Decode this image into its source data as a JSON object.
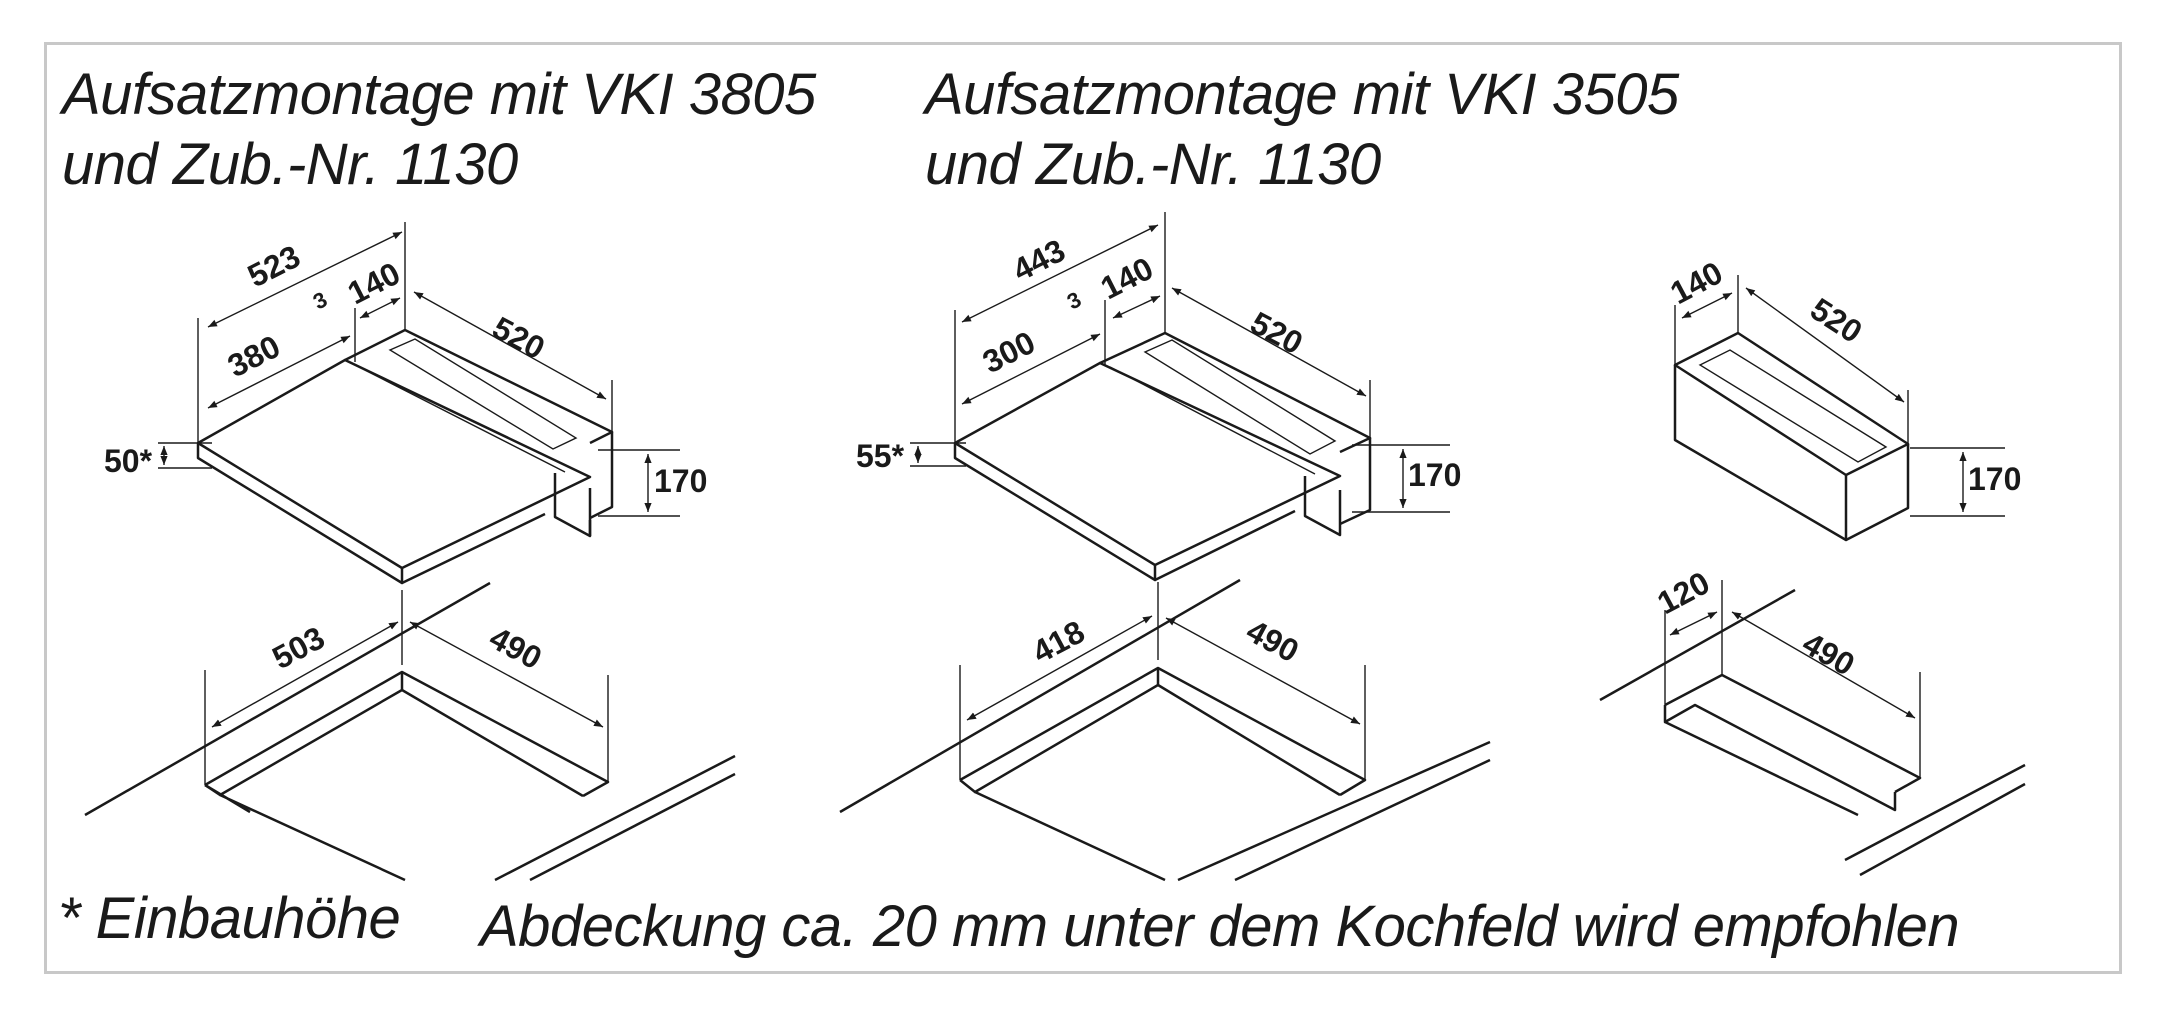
{
  "title_left": {
    "line1": "Aufsatzmontage mit VKI 3805",
    "line2": "und Zub.-Nr. 1130"
  },
  "title_middle": {
    "line1": "Aufsatzmontage mit VKI 3505",
    "line2": "und Zub.-Nr. 1130"
  },
  "footnote": "* Einbauhöhe",
  "recommendation": "Abdeckung ca. 20 mm unter dem Kochfeld wird empfohlen",
  "left": {
    "dim_total_width": "523",
    "dim_gap": "3",
    "dim_hood_depth": "140",
    "dim_hood_width": "520",
    "dim_hob_width": "380",
    "dim_install_height": "50*",
    "dim_box_height": "170",
    "dim_cutout_width": "503",
    "dim_cutout_depth": "490"
  },
  "middle": {
    "dim_total_width": "443",
    "dim_gap": "3",
    "dim_hood_depth": "140",
    "dim_hood_width": "520",
    "dim_hob_width": "300",
    "dim_install_height": "55*",
    "dim_box_height": "170",
    "dim_cutout_width": "418",
    "dim_cutout_depth": "490"
  },
  "right": {
    "dim_hood_depth": "140",
    "dim_hood_width": "520",
    "dim_box_height": "170",
    "dim_cutout_width": "120",
    "dim_cutout_depth": "490"
  }
}
